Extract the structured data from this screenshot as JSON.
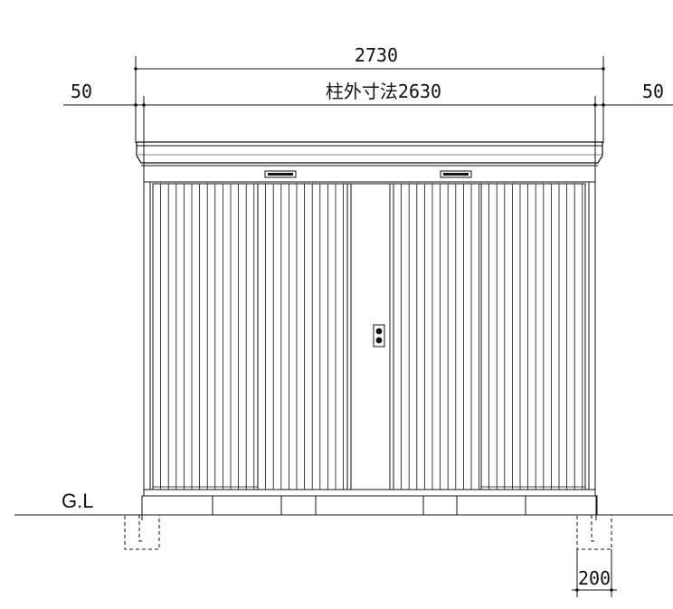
{
  "drawing": {
    "view": "front-elevation",
    "dimensions": {
      "overall_width": "2730",
      "post_outer": "柱外寸法2630",
      "left_overhang": "50",
      "right_overhang": "50",
      "footing_width": "200"
    },
    "ground_label": "G.L",
    "line_color": "#111111",
    "background": "#ffffff"
  }
}
